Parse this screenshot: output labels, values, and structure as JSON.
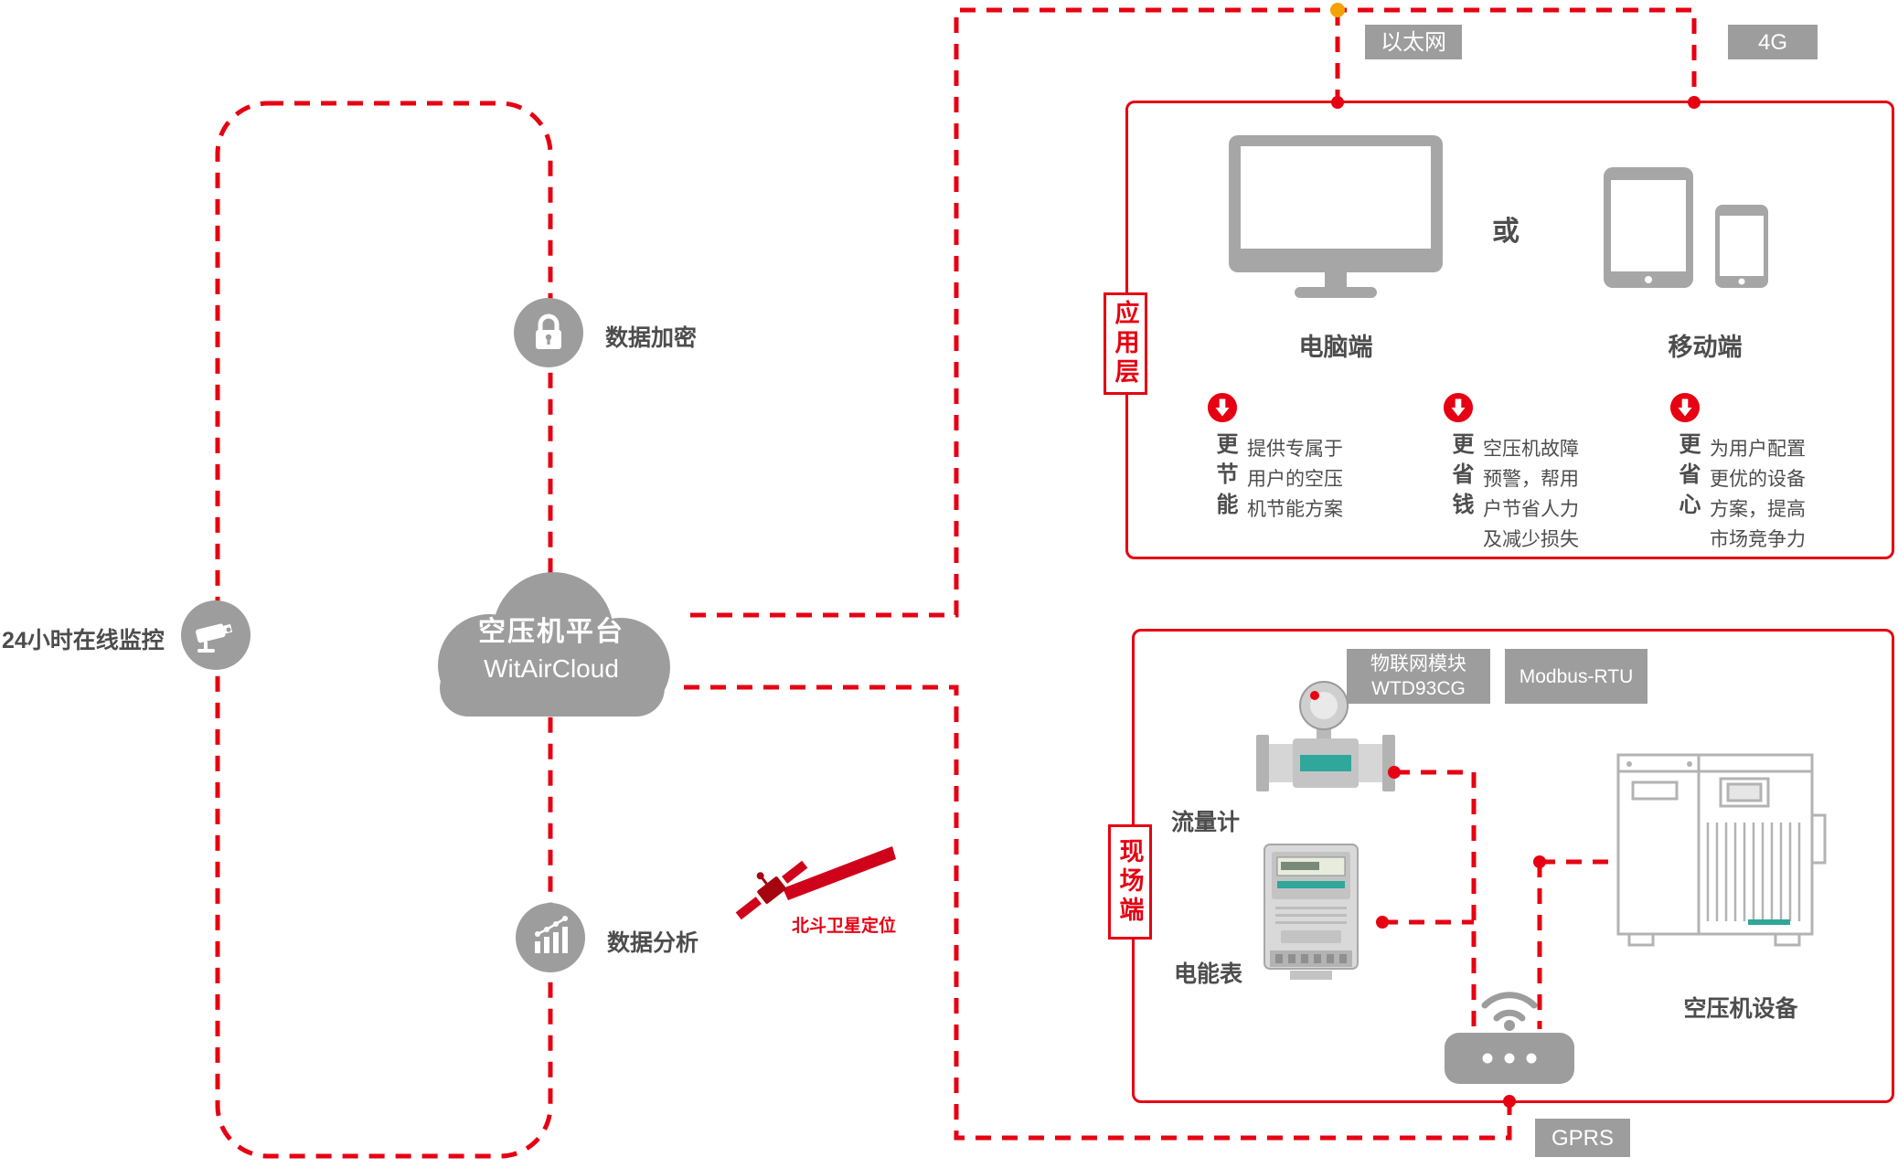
{
  "colors": {
    "red": "#e60012",
    "gray": "#9d9d9d",
    "orange": "#f5a200",
    "teal": "#2fa79b",
    "text": "#4d4d4d"
  },
  "cloud": {
    "title": "空压机平台",
    "subtitle": "WitAirCloud"
  },
  "monitoring": {
    "label": "24小时在线监控"
  },
  "encryption": {
    "label": "数据加密"
  },
  "analysis": {
    "label": "数据分析"
  },
  "network": {
    "ethernet": "以太网",
    "four_g": "4G",
    "gprs": "GPRS"
  },
  "app_layer": {
    "label": "应用层",
    "pc": "电脑端",
    "or": "或",
    "mobile": "移动端",
    "benefits": [
      {
        "title": "更节能",
        "desc": "提供专属于\n用户的空压\n机节能方案"
      },
      {
        "title": "更省钱",
        "desc": "空压机故障\n预警，帮用\n户节省人力\n及减少损失"
      },
      {
        "title": "更省心",
        "desc": "为用户配置\n更优的设备\n方案，提高\n市场竞争力"
      }
    ]
  },
  "field_layer": {
    "label": "现场端",
    "iot_module": "物联网模块\nWTD93CG",
    "modbus": "Modbus-RTU",
    "flow_meter": "流量计",
    "energy_meter": "电能表",
    "compressor": "空压机设备",
    "satellite": "北斗卫星定位"
  }
}
